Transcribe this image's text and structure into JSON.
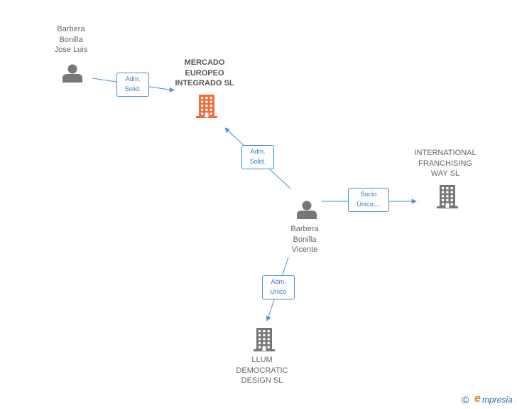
{
  "nodes": [
    {
      "id": "jose-luis",
      "kind": "person",
      "lines": [
        "Barbera",
        "Bonilla",
        "Jose Luis"
      ]
    },
    {
      "id": "mercado",
      "kind": "company",
      "focus": true,
      "lines": [
        "MERCADO",
        "EUROPEO",
        "INTEGRADO SL"
      ]
    },
    {
      "id": "vicente",
      "kind": "person",
      "lines": [
        "Barbera",
        "Bonilla",
        "Vicente"
      ]
    },
    {
      "id": "international",
      "kind": "company",
      "lines": [
        "INTERNATIONAL",
        "FRANCHISING",
        "WAY  SL"
      ]
    },
    {
      "id": "llum",
      "kind": "company",
      "lines": [
        "LLUM",
        "DEMOCRATIC",
        "DESIGN SL"
      ]
    }
  ],
  "edges": [
    {
      "id": "e1",
      "from": "jose-luis",
      "to": "mercado",
      "label": [
        "Adm.",
        "Solid."
      ]
    },
    {
      "id": "e2",
      "from": "vicente",
      "to": "mercado",
      "label": [
        "Adm.",
        "Solid."
      ]
    },
    {
      "id": "e3",
      "from": "vicente",
      "to": "international",
      "label": [
        "Socio",
        "Único,..."
      ]
    },
    {
      "id": "e4",
      "from": "vicente",
      "to": "llum",
      "label": [
        "Adm.",
        "Unico"
      ]
    }
  ],
  "footer": {
    "copyright": "©",
    "brand_initial": "e",
    "brand_rest": "mpresia"
  },
  "colors": {
    "edge": "#4a90d9",
    "person_icon": "#777777",
    "company_icon": "#777777",
    "focus_company_icon": "#f26b38",
    "label": "#666666"
  },
  "icons": {
    "person": "person-icon",
    "company": "building-icon"
  }
}
